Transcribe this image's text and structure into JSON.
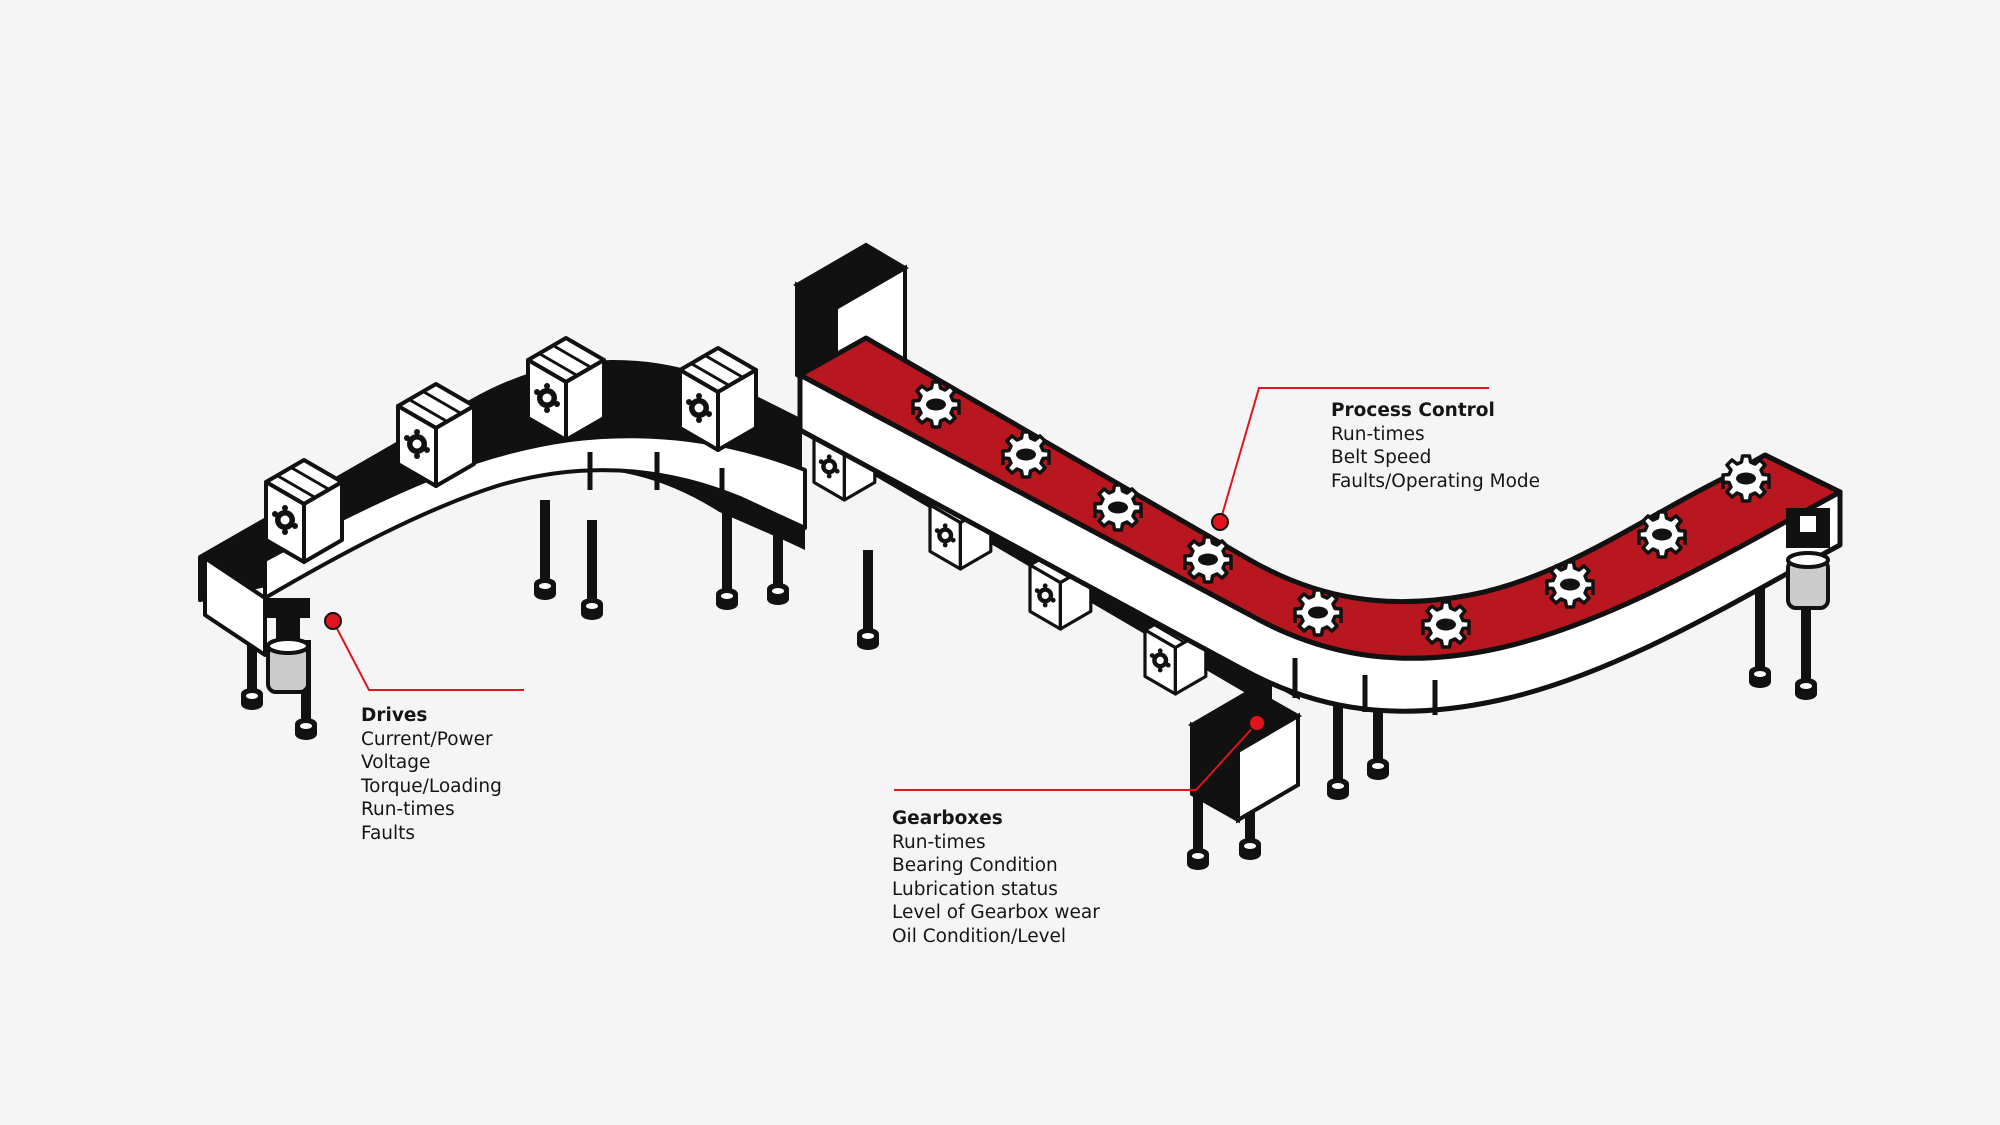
{
  "colors": {
    "background": "#f5f5f5",
    "ink": "#111111",
    "accent": "#b81720",
    "marker": "#e0141e",
    "surface": "#ffffff"
  },
  "callouts": {
    "drives": {
      "title": "Drives",
      "items": [
        "Current/Power",
        "Voltage",
        "Torque/Loading",
        "Run-times",
        "Faults"
      ]
    },
    "gearboxes": {
      "title": "Gearboxes",
      "items": [
        "Run-times",
        "Bearing Condition",
        "Lubrication status",
        "Level of Gearbox wear",
        "Oil Condition/Level"
      ]
    },
    "process_control": {
      "title": "Process Control",
      "items": [
        "Run-times",
        "Belt Speed",
        "Faults/Operating Mode"
      ]
    }
  },
  "icons": {
    "box_icon": "gear-box-icon",
    "belt_icon": "gear-icon",
    "drive_icon": "motor-icon",
    "marker_icon": "marker-dot-icon"
  }
}
